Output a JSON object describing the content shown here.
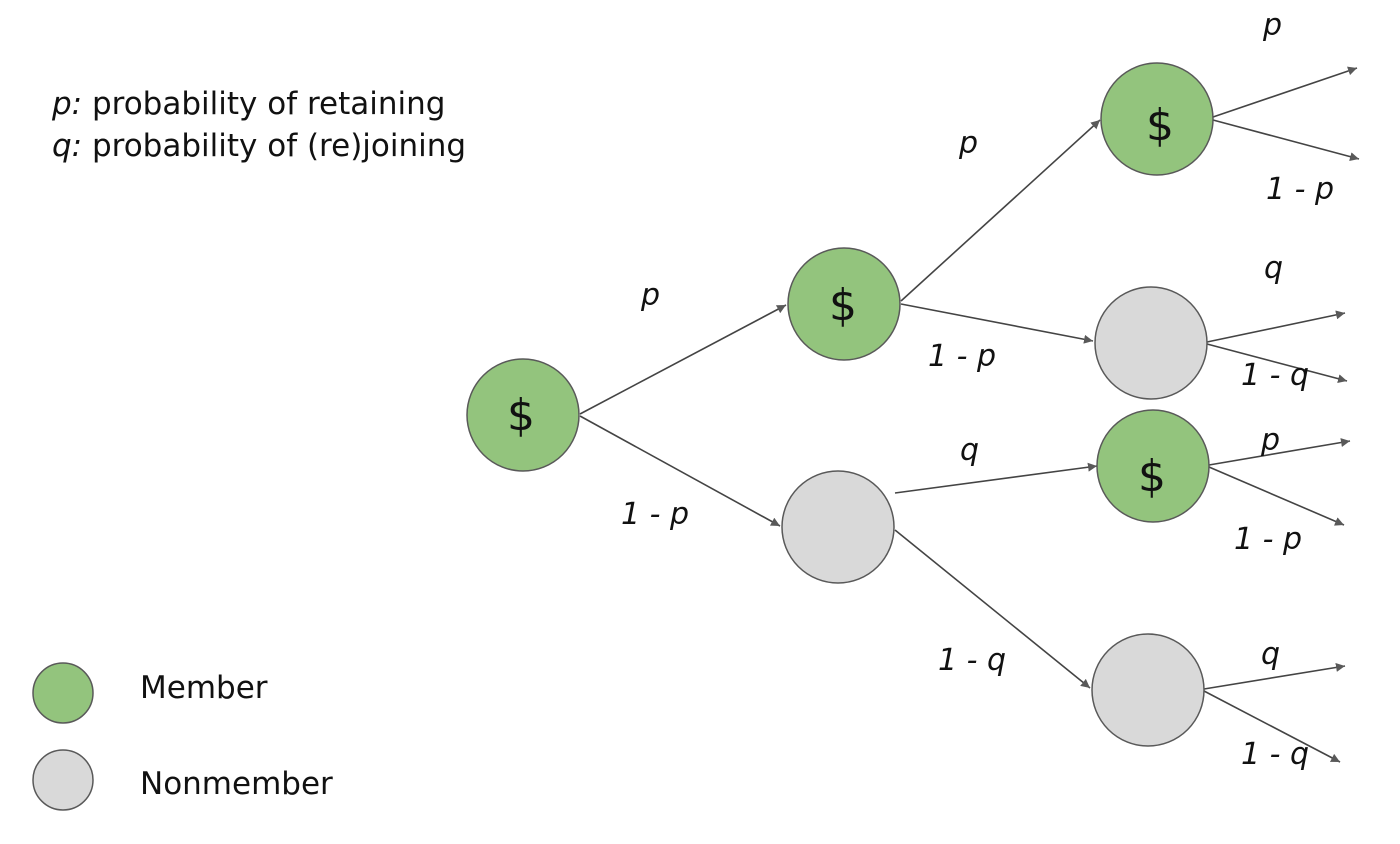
{
  "definitions": [
    {
      "symbol": "p:",
      "text": " probability of retaining"
    },
    {
      "symbol": "q:",
      "text": " probability of (re)joining"
    }
  ],
  "legend": [
    {
      "label": "Member",
      "color": "#93c47d"
    },
    {
      "label": "Nonmember",
      "color": "#d9d9d9"
    }
  ],
  "colors": {
    "member": "#93c47d",
    "nonmember": "#d9d9d9",
    "stroke": "#595959",
    "edge": "#444444"
  },
  "node_symbol": "$",
  "nodes": [
    {
      "id": "n0",
      "type": "member"
    },
    {
      "id": "n1a",
      "type": "member"
    },
    {
      "id": "n1b",
      "type": "nonmember"
    },
    {
      "id": "n2a",
      "type": "member"
    },
    {
      "id": "n2b",
      "type": "nonmember"
    },
    {
      "id": "n2c",
      "type": "member"
    },
    {
      "id": "n2d",
      "type": "nonmember"
    }
  ],
  "edge_labels": {
    "n0_n1a": "p",
    "n0_n1b": "1 - p",
    "n1a_n2a": "p",
    "n1a_n2b": "1 - p",
    "n1b_n2c": "q",
    "n1b_n2d": "1 - q",
    "n2a_up": "p",
    "n2a_down": "1 - p",
    "n2b_up": "q",
    "n2b_down": "1 - q",
    "n2c_up": "p",
    "n2c_down": "1 - p",
    "n2d_up": "q",
    "n2d_down": "1 - q"
  }
}
